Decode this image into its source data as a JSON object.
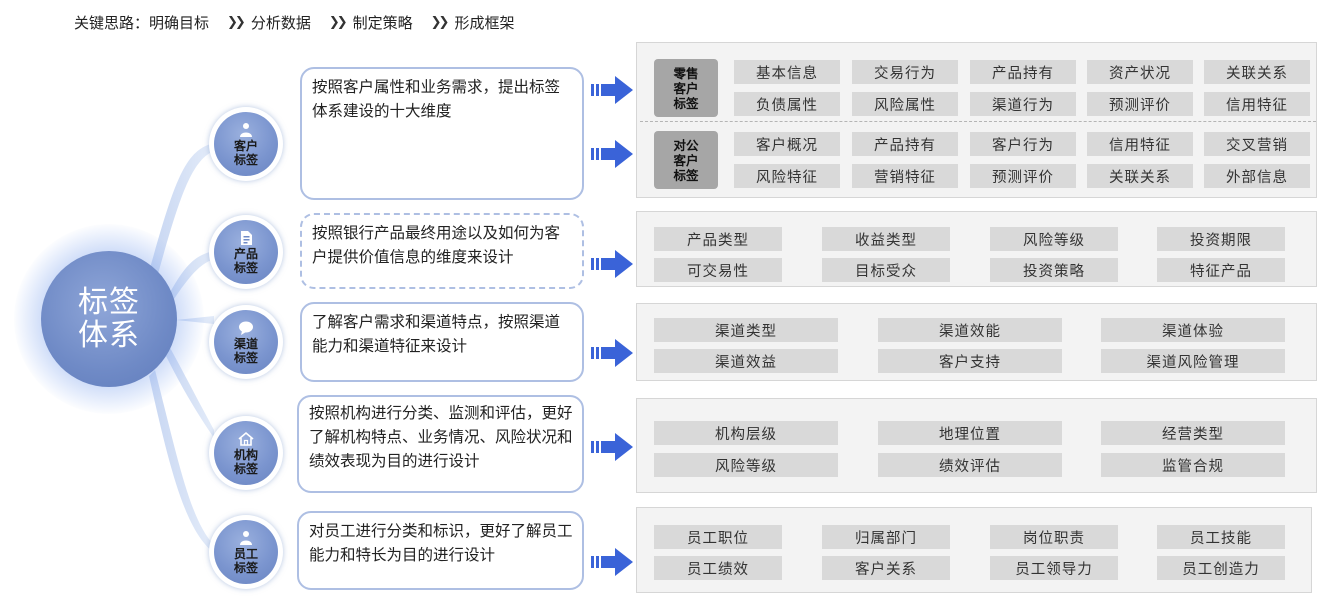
{
  "header": {
    "label": "关键思路：",
    "steps": [
      "明确目标",
      "分析数据",
      "制定策略",
      "形成框架"
    ],
    "separator": "»"
  },
  "center": {
    "line1": "标签",
    "line2": "体系"
  },
  "sections": [
    {
      "icon": "person-icon",
      "name_line1": "客户",
      "name_line2": "标签",
      "description": "按照客户属性和业务需求，提出标签体系建设的十大维度",
      "groups": [
        {
          "name_lines": [
            "零售",
            "客户",
            "标签"
          ],
          "rows": [
            [
              "基本信息",
              "交易行为",
              "产品持有",
              "资产状况",
              "关联关系"
            ],
            [
              "负债属性",
              "风险属性",
              "渠道行为",
              "预测评价",
              "信用特征"
            ]
          ]
        },
        {
          "name_lines": [
            "对公",
            "客户",
            "标签"
          ],
          "rows": [
            [
              "客户概况",
              "产品持有",
              "客户行为",
              "信用特征",
              "交叉营销"
            ],
            [
              "风险特征",
              "营销特征",
              "预测评价",
              "关联关系",
              "外部信息"
            ]
          ]
        }
      ]
    },
    {
      "icon": "document-icon",
      "name_line1": "产品",
      "name_line2": "标签",
      "description": "按照银行产品最终用途以及如何为客户提供价值信息的维度来设计",
      "rows": [
        [
          "产品类型",
          "收益类型",
          "风险等级",
          "投资期限"
        ],
        [
          "可交易性",
          "目标受众",
          "投资策略",
          "特征产品"
        ]
      ]
    },
    {
      "icon": "chat-icon",
      "name_line1": "渠道",
      "name_line2": "标签",
      "description": "了解客户需求和渠道特点，按照渠道能力和渠道特征来设计",
      "rows": [
        [
          "渠道类型",
          "渠道效能",
          "渠道体验"
        ],
        [
          "渠道效益",
          "客户支持",
          "渠道风险管理"
        ]
      ]
    },
    {
      "icon": "house-icon",
      "name_line1": "机构",
      "name_line2": "标签",
      "description": "按照机构进行分类、监测和评估，更好了解机构特点、业务情况、风险状况和绩效表现为目的进行设计",
      "rows": [
        [
          "机构层级",
          "地理位置",
          "经营类型"
        ],
        [
          "风险等级",
          "绩效评估",
          "监管合规"
        ]
      ]
    },
    {
      "icon": "person-icon",
      "name_line1": "员工",
      "name_line2": "标签",
      "description": "对员工进行分类和标识，更好了解员工能力和特长为目的进行设计",
      "rows": [
        [
          "员工职位",
          "归属部门",
          "岗位职责",
          "员工技能"
        ],
        [
          "员工绩效",
          "客户关系",
          "员工领导力",
          "员工创造力"
        ]
      ]
    }
  ],
  "colors": {
    "node_blue": "#7b95cf",
    "arrow_blue": "#3a63d8",
    "tag_gray": "#d9d9d9",
    "category_gray": "#a6a6a6",
    "panel_bg": "#f3f3f3",
    "desc_border": "#aebfe3"
  }
}
